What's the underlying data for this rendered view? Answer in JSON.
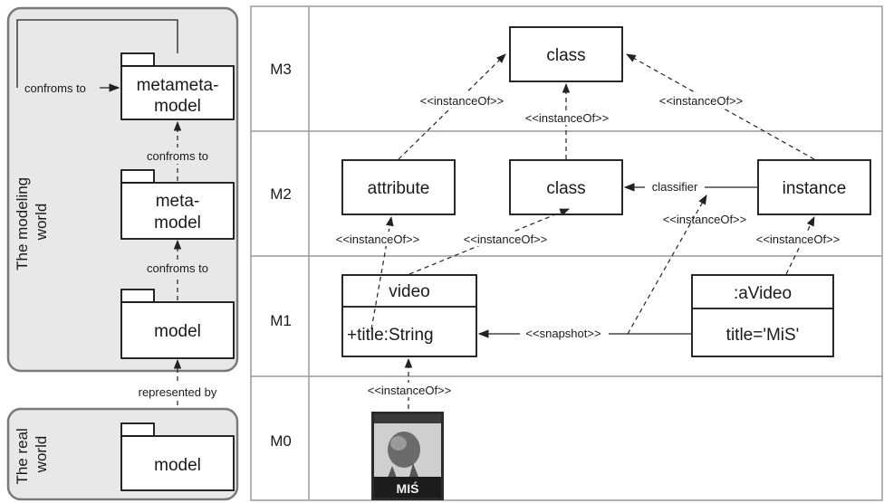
{
  "modeling_world": {
    "title_line1": "The modeling",
    "title_line2": "world",
    "metametamodel_line1": "metameta-",
    "metametamodel_line2": "model",
    "metamodel_line1": "meta-",
    "metamodel_line2": "model",
    "model": "model",
    "conforms_top": "confroms to",
    "conforms_mid": "confroms to",
    "conforms_low": "confroms to"
  },
  "represented_by": "represented by",
  "real_world": {
    "title_line1": "The real",
    "title_line2": "world",
    "model": "model"
  },
  "levels": [
    "M3",
    "M2",
    "M1",
    "M0"
  ],
  "m3": {
    "class": "class",
    "instance_of_left": "<<instanceOf>>",
    "instance_of_mid": "<<instanceOf>>",
    "instance_of_right": "<<instanceOf>>"
  },
  "m2": {
    "attribute": "attribute",
    "class": "class",
    "instance": "instance",
    "classifier": "classifier",
    "instance_of_attr": "<<instanceOf>>",
    "instance_of_class": "<<instanceOf>>",
    "instance_of_snapshot": "<<instanceOf>>",
    "instance_of_avideo": "<<instanceOf>>"
  },
  "m1": {
    "video_name": "video",
    "video_attr": "+title:String",
    "avideo_name": ":aVideo",
    "avideo_attr": "title='MiS'",
    "snapshot": "<<snapshot>>"
  },
  "m0": {
    "instance_of": "<<instanceOf>>",
    "poster_text": "MIŚ",
    "poster_icon": "film-poster-image"
  }
}
